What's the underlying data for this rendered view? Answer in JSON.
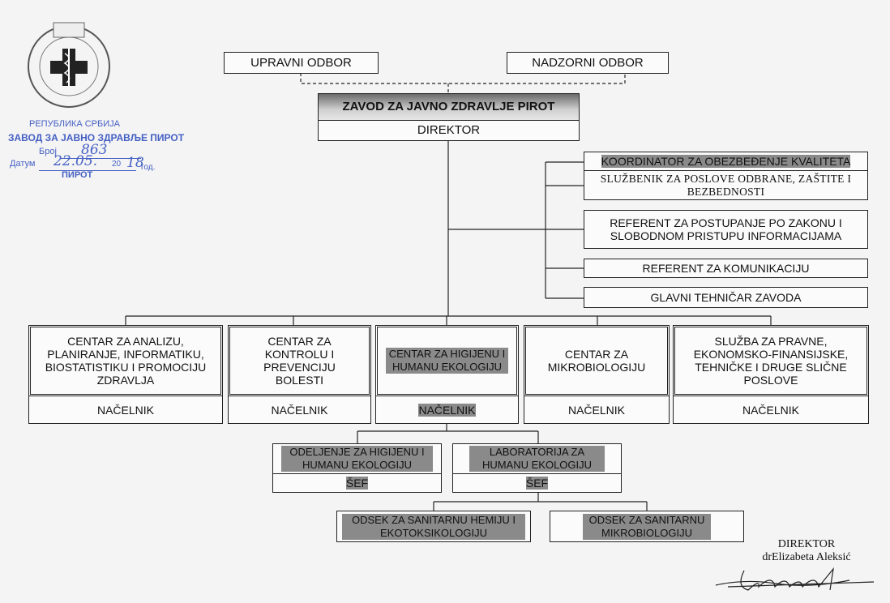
{
  "seal": {
    "text": "ЗАВОД ЗА ЈАВНО ЗДРАВЉЕ ПИРОТ",
    "icon": "medical-cross-snake-icon"
  },
  "stamp": {
    "line1": "РЕПУБЛИКА СРБИЈА",
    "line2": "ЗАВОД ЗА ЈАВНО ЗДРАВЉЕ ПИРОТ",
    "broj_label": "Број",
    "broj_value": "863",
    "datum_label": "Датум",
    "datum_value": "22.05.",
    "year_prefix": "20",
    "year_value": "18",
    "year_suffix": "год.",
    "city": "ПИРОТ",
    "color": "#4560c4"
  },
  "top": {
    "upravni": "UPRAVNI ODBOR",
    "nadzorni": "NADZORNI ODBOR",
    "zavod": "ZAVOD ZA JAVNO ZDRAVLJE PIROT",
    "direktor": "DIREKTOR"
  },
  "staff": [
    "KOORDINATOR ZA OBEZBEĐENJE KVALITETA",
    "SLUŽBENIK ZA POSLOVE ODBRANE, ZAŠTITE I BEZBEDNOSTI",
    "REFERENT ZA POSTUPANJE PO ZAKONU I SLOBODNOM PRISTUPU INFORMACIJAMA",
    "REFERENT ZA KOMUNIKACIJU",
    "GLAVNI TEHNIČAR ZAVODA"
  ],
  "centers": [
    {
      "name": "CENTAR ZA ANALIZU, PLANIRANJE, INFORMATIKU, BIOSTATISTIKU I PROMOCIJU ZDRAVLJA",
      "head": "NAČELNIK"
    },
    {
      "name": "CENTAR ZA KONTROLU I PREVENCIJU BOLESTI",
      "head": "NAČELNIK"
    },
    {
      "name": "CENTAR ZA HIGIJENU I HUMANU EKOLOGIJU",
      "head": "NAČELNIK"
    },
    {
      "name": "CENTAR ZA MIKROBIOLOGIJU",
      "head": "NAČELNIK"
    },
    {
      "name": "SLUŽBA ZA PRAVNE, EKONOMSKO-FINANSIJSKE, TEHNIČKE I DRUGE SLIČNE POSLOVE",
      "head": "NAČELNIK"
    }
  ],
  "units": [
    {
      "name": "ODELJENJE ZA HIGIJENU I HUMANU EKOLOGIJU",
      "head": "ŠEF"
    },
    {
      "name": "LABORATORIJA ZA HUMANU EKOLOGIJU",
      "head": "ŠEF"
    }
  ],
  "sections": [
    "ODSEK ZA SANITARNU HEMIJU I EKOTOKSIKOLOGIJU",
    "ODSEK ZA SANITARNU MIKROBIOLOGIJU"
  ],
  "signature": {
    "title": "DIREKTOR",
    "name": "drElizabeta Aleksić"
  }
}
